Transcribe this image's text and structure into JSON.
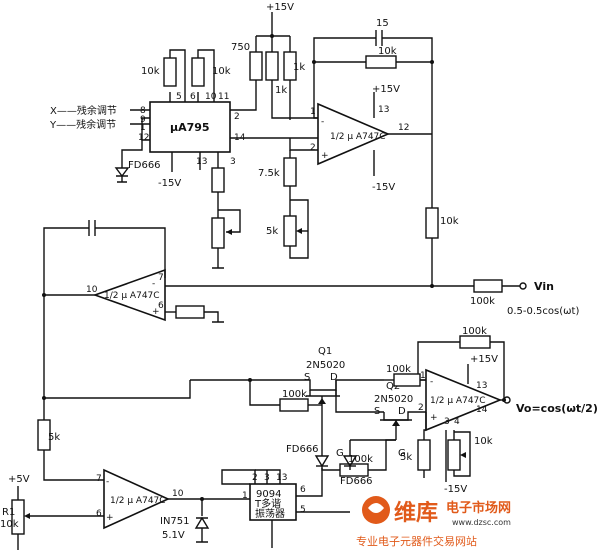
{
  "chip_u1": {
    "name": "μA795",
    "pins": {
      "p5": "5",
      "p6": "6",
      "p10": "10",
      "p11": "11",
      "p8": "8",
      "p9": "9",
      "p1": "1",
      "p12": "12",
      "p13": "13",
      "p3": "3",
      "p14": "14",
      "p2": "2"
    }
  },
  "inputs": {
    "x": "X——残余调节",
    "y": "Y——残余调节"
  },
  "supplies": {
    "pos15_top": "+15V",
    "pos15_amp1": "+15V",
    "neg15_amp1": "-15V",
    "neg15_u1": "-15V",
    "pos15_amp4": "+15V",
    "neg15_amp4": "-15V",
    "pos5": "+5V"
  },
  "components": {
    "r_10k_a": "10k",
    "r_10k_b": "10k",
    "r_750": "750",
    "r_1k_a": "1k",
    "r_1k_b": "1k",
    "c_15": "15",
    "r_10k_fb": "10k",
    "r_75k": "7.5k",
    "pot_5k": "5k",
    "r_10k_out": "10k",
    "r_100k_vin": "100k",
    "r_5k_left": "5k",
    "r_100k_fb4": "100k",
    "r_100k_q": "100k",
    "r_100k_mid": "100k",
    "r_100k_low": "100k",
    "r_5k_amp4": "5k",
    "r_10k_amp4": "10k",
    "r1_label": "R1",
    "r1_value": "10k",
    "zener_name": "IN751",
    "zener_v": "5.1V",
    "d1": "FD666",
    "d2": "FD666",
    "d3": "FD666",
    "q1_name": "Q1",
    "q1_type": "2N5020",
    "q2_name": "Q2",
    "q2_type": "2N5020",
    "s": "S",
    "d": "D",
    "g": "G"
  },
  "amp1": {
    "label": "1/2 μ A747C",
    "plus": "+",
    "minus": "-",
    "p1": "1",
    "p2": "2",
    "p12": "12",
    "p13": "13"
  },
  "amp2": {
    "label": "1/2 μ A747C",
    "p10": "10",
    "p7": "7",
    "p6": "6",
    "minus": "-",
    "plus": "+"
  },
  "amp3": {
    "label": "1/2 μ A747C",
    "p7": "7",
    "p6": "6",
    "p10": "10",
    "minus": "-",
    "plus": "+"
  },
  "amp4": {
    "label": "1/2 μ A747C",
    "p1": "1",
    "p2": "2",
    "p13": "13",
    "p14": "14",
    "p3": "3",
    "p4": "4",
    "minus": "-",
    "plus": "+"
  },
  "chip_9094": {
    "name": "9094",
    "line2": "T多谐",
    "line3": "振荡器",
    "p1": "1",
    "p2": "2",
    "p3": "3",
    "p13": "13",
    "p5": "5",
    "p6": "6"
  },
  "signals": {
    "vin": "Vin",
    "vin_formula": "0.5-0.5cos(ωt)",
    "vo": "Vo=cos(ωt/2)"
  },
  "watermark": {
    "brand": "维库",
    "site_cn": "电子市场网",
    "url": "www.dzsc.com",
    "slogan": "专业电子元器件交易网站"
  }
}
